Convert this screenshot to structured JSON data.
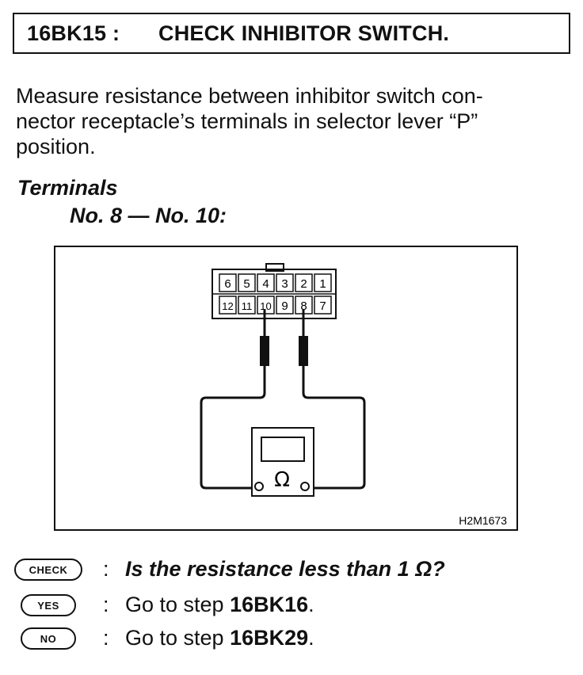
{
  "header": {
    "step_id": "16BK15 :",
    "title": "CHECK INHIBITOR SWITCH."
  },
  "instruction": {
    "line1": "Measure resistance between inhibitor switch con-",
    "line2": "nector receptacle’s terminals in selector lever “P”",
    "line3": "position."
  },
  "terminals": {
    "label": "Terminals",
    "value": "No. 8 — No. 10:"
  },
  "figure": {
    "connector_top_row": [
      "6",
      "5",
      "4",
      "3",
      "2",
      "1"
    ],
    "connector_bottom_row": [
      "12",
      "11",
      "10",
      "9",
      "8",
      "7"
    ],
    "meter_symbol": "Ω",
    "figure_code": "H2M1673"
  },
  "qa": {
    "check": {
      "badge": "CHECK",
      "colon": ":",
      "text": "Is the resistance less than 1 Ω?"
    },
    "yes": {
      "badge": "YES",
      "colon": ":",
      "prefix": "Go to step ",
      "target": "16BK16",
      "suffix": "."
    },
    "no": {
      "badge": "NO",
      "colon": ":",
      "prefix": "Go to step ",
      "target": "16BK29",
      "suffix": "."
    }
  }
}
